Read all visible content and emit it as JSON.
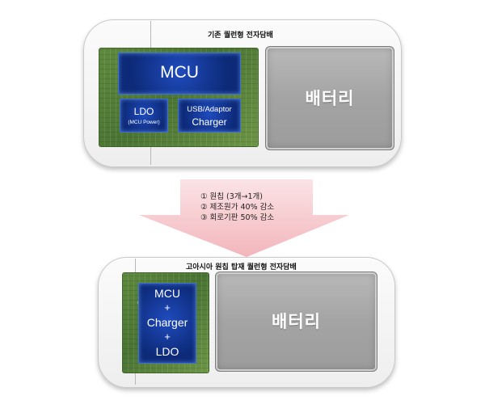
{
  "top_device": {
    "title": "기존 퀄런형 전자담배",
    "mcu": "MCU",
    "ldo": "LDO",
    "ldo_sub": "(MCU Power)",
    "usb_line1": "USB/Adaptor",
    "usb_line2": "Charger",
    "battery": "배터리"
  },
  "notes": [
    "① 원칩 (3개→1개)",
    "② 제조원가 40% 감소",
    "③ 회로기판 50% 감소"
  ],
  "bottom_device": {
    "title": "고아시아 원칩 탑재 퀄런형 전자담배",
    "chip_lines": [
      "MCU",
      "+",
      "Charger",
      "+",
      "LDO"
    ],
    "battery": "배터리"
  },
  "colors": {
    "chip_blue": "#1a3fa8",
    "pcb_green": "#5a8a3c",
    "battery_gray": "#a8a8a8",
    "arrow_pink": "#f4c4c8"
  }
}
